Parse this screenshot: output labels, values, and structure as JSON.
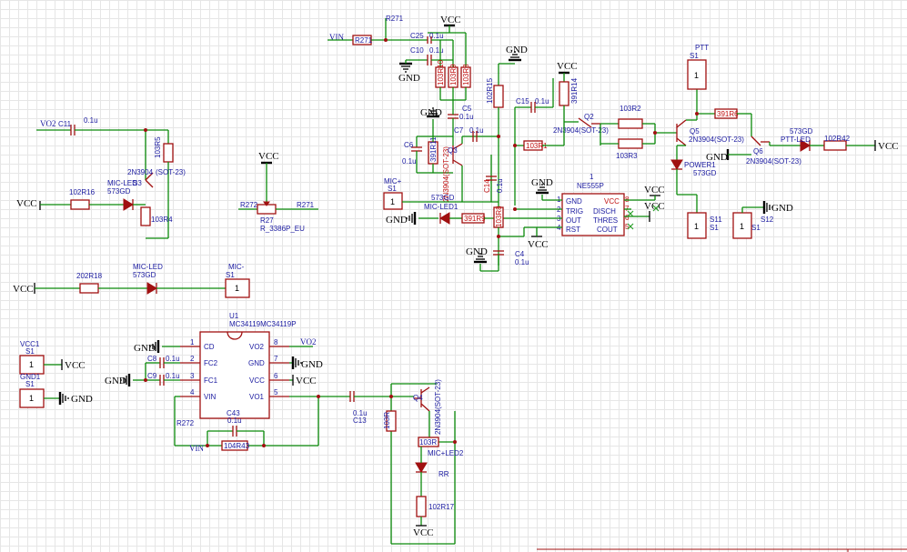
{
  "schematic": {
    "power": {
      "vcc": "VCC",
      "gnd": "GND",
      "vin": "VIN",
      "vo2": "VO2",
      "r272_label": "R272",
      "r271_label": "R271"
    },
    "u1": {
      "ref": "U1",
      "part": "MC34119MC34119P",
      "pins": {
        "p1": "1",
        "p2": "2",
        "p3": "3",
        "p4": "4",
        "p5": "5",
        "p6": "6",
        "p7": "7",
        "p8": "8",
        "cd": "CD",
        "fc2": "FC2",
        "fc1": "FC1",
        "vin": "VIN",
        "vo2": "VO2",
        "gnd": "GND",
        "vcc": "VCC",
        "vo1": "VO1"
      }
    },
    "ne555": {
      "ref": "1",
      "part": "NE555P",
      "pins": {
        "gnd": "GND",
        "trig": "TRIG",
        "out": "OUT",
        "rst": "RST",
        "vcc": "VCC",
        "disch": "DISCH",
        "thres": "THRES",
        "cout": "COUT",
        "p1": "1",
        "p2": "2",
        "p3": "3",
        "p4": "4",
        "p5": "5",
        "p6": "6",
        "p7": "7",
        "p8": "8"
      }
    },
    "parts": {
      "c11": "C11",
      "c11v": "0.1u",
      "r5": "103R5",
      "q_left_a": "2N3904",
      "q_left_b": "(SOT-23)",
      "led_left_name": "MIC-LED",
      "led_left_type": "573GD",
      "led_left_ref": "S3",
      "r16": "102R16",
      "r4": "103R4",
      "r27": "R27",
      "r27p": "R_3386P_EU",
      "r18": "202R18",
      "led2_name": "MIC-LED",
      "led2_type": "573GD",
      "c25": "C25",
      "c25v": "0.1u",
      "c10": "C10",
      "c10v": "0.1u",
      "rva": "103R10",
      "rvb": "103R9",
      "rvc": "103R8",
      "r15": "102R15",
      "c15": "C15",
      "c15v": "0.1u",
      "r14": "391R14",
      "c5": "C5",
      "c5v": "0.1u",
      "c7": "C7",
      "c7v": "0.1u",
      "c6": "C6",
      "c6v": "0.1u",
      "r11": "391R11",
      "q3": "Q3",
      "q3p": "2N3904(SOT-23)",
      "c14": "C14",
      "c14v": "0.1u",
      "r1": "103R1",
      "led1_name": "MIC-LED1",
      "led1_type": "573GD",
      "r9": "391R9",
      "r8": "103R8",
      "c4": "C4",
      "c4v": "0.1u",
      "q2": "Q2",
      "q2p": "2N3904(SOT-23)",
      "r2": "103R2",
      "r3": "103R3",
      "q5": "Q5",
      "q5p": "2N3904(SOT-23)",
      "r6": "391R6",
      "q6": "Q6",
      "q6p": "2N3904(SOT-23)",
      "power1_name": "POWER1",
      "power1_type": "573GD",
      "ptt_led_name": "PTT-LED",
      "ptt_led_type": "573GD",
      "r42": "102R42",
      "c8": "C8",
      "c8v": "0.1u",
      "c9": "C9",
      "c9v": "0.1u",
      "c43": "C43",
      "c43v": "0.1u",
      "r43": "104R43",
      "c13": "C13",
      "c13v": "0.1u",
      "q4": "Q4",
      "q4p": "2N3904(SOT-23)",
      "rq4a": "103R",
      "rq4b": "103R",
      "led_mic2_name": "MIC+LED2",
      "led_mic2_ref": "RR",
      "r17": "102R17"
    },
    "connectors": {
      "ptt_name": "PTT",
      "ptt_ref": "S1",
      "ptt_pin": "1",
      "mic_plus_name": "MIC+",
      "mic_plus_ref": "S1",
      "mic_plus_pin": "1",
      "mic_minus_name": "MIC-",
      "mic_minus_ref": "S1",
      "mic_minus_pin": "1",
      "vcc1_name": "VCC1",
      "vcc1_ref": "S1",
      "vcc1_pin": "1",
      "gnd1_name": "GND1",
      "gnd1_ref": "S1",
      "gnd1_pin": "1",
      "s11_name": "S11",
      "s11_ref": "S1",
      "s11_pin": "1",
      "s12_name": "S12",
      "s12_ref": "S1",
      "s12_pin": "1"
    }
  }
}
